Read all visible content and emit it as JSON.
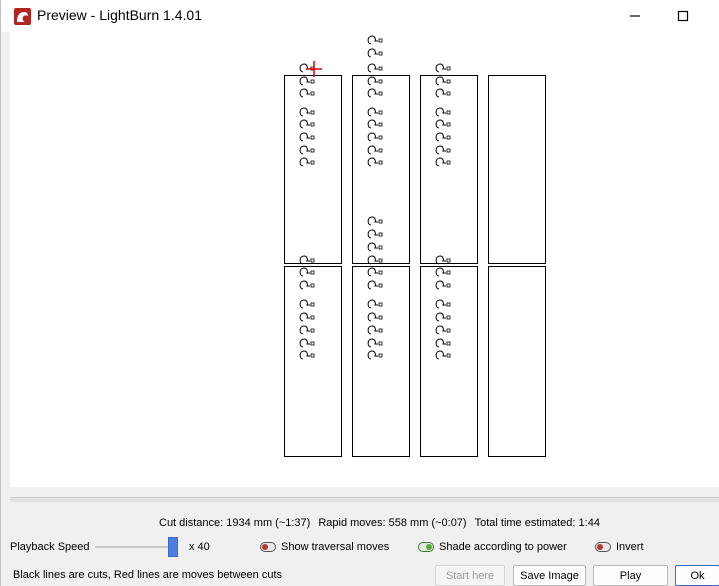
{
  "window": {
    "title": "Preview - LightBurn 1.4.01"
  },
  "stats": {
    "cut_distance": "Cut distance: 1934 mm (~1:37)",
    "rapid_moves": "Rapid moves: 558 mm (~0:07)",
    "total_time": "Total time estimated: 1:44"
  },
  "playback": {
    "label": "Playback Speed",
    "multiplier": "x 40",
    "slider_value": 40
  },
  "options": {
    "show_traversal": {
      "label": "Show traversal moves",
      "on": false
    },
    "shade_power": {
      "label": "Shade according to power",
      "on": true
    },
    "invert": {
      "label": "Invert",
      "on": false
    }
  },
  "legend_note": "Black lines are cuts, Red lines are moves between cuts",
  "buttons": {
    "start_here": "Start here",
    "save_image": "Save Image",
    "play": "Play",
    "ok": "Ok"
  },
  "colors": {
    "accent": "#4a7ee0",
    "cut_line": "#000000",
    "move_line": "#e00000",
    "toggle_on": "#4caf3a",
    "toggle_off": "#b33a2e"
  },
  "icons": {
    "app": "lightburn-logo-icon",
    "maximize": "maximize-icon"
  }
}
